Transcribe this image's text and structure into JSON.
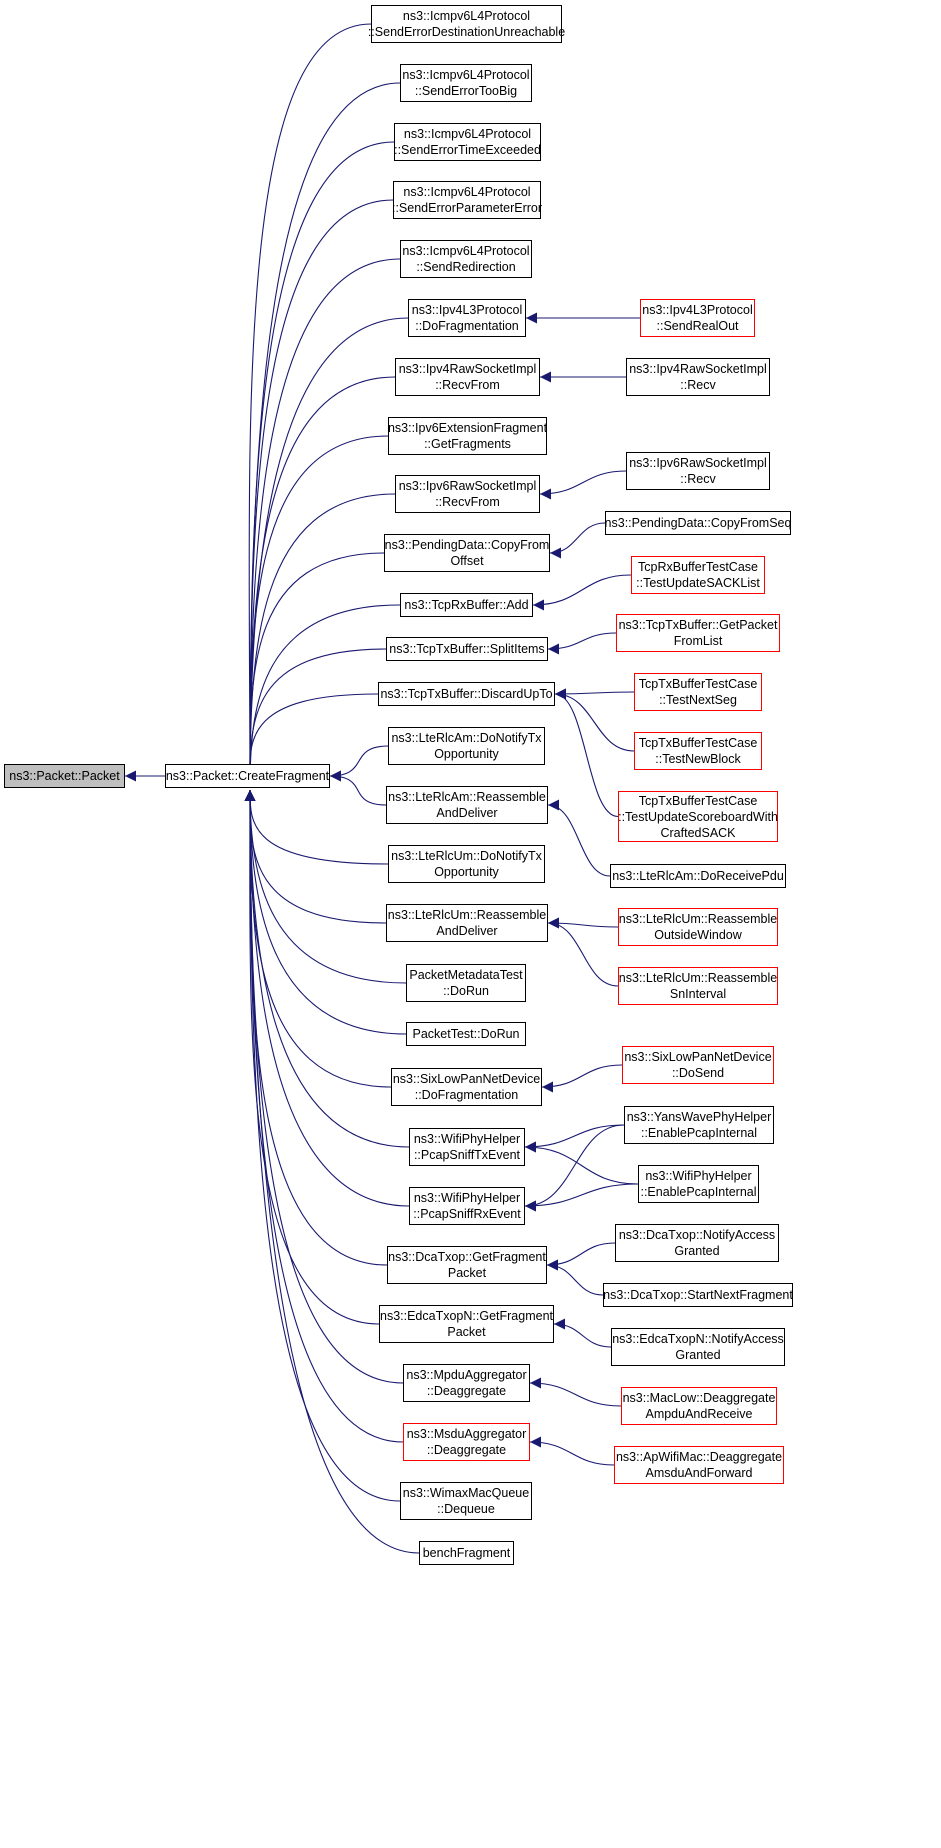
{
  "edge_color": "#191970",
  "node_border_default": "#000000",
  "node_border_truncated": "#ff0000",
  "root_fill": "#bfbfbf",
  "nodes": [
    {
      "id": "root",
      "lines": [
        "ns3::Packet::Packet"
      ],
      "style": "root"
    },
    {
      "id": "cf",
      "lines": [
        "ns3::Packet::CreateFragment"
      ],
      "style": "normal"
    },
    {
      "id": "a1",
      "lines": [
        "ns3::Icmpv6L4Protocol",
        "::SendErrorDestinationUnreachable"
      ],
      "style": "normal"
    },
    {
      "id": "a2",
      "lines": [
        "ns3::Icmpv6L4Protocol",
        "::SendErrorTooBig"
      ],
      "style": "normal"
    },
    {
      "id": "a3",
      "lines": [
        "ns3::Icmpv6L4Protocol",
        "::SendErrorTimeExceeded"
      ],
      "style": "normal"
    },
    {
      "id": "a4",
      "lines": [
        "ns3::Icmpv6L4Protocol",
        "::SendErrorParameterError"
      ],
      "style": "normal"
    },
    {
      "id": "a5",
      "lines": [
        "ns3::Icmpv6L4Protocol",
        "::SendRedirection"
      ],
      "style": "normal"
    },
    {
      "id": "a6",
      "lines": [
        "ns3::Ipv4L3Protocol",
        "::DoFragmentation"
      ],
      "style": "normal"
    },
    {
      "id": "a7",
      "lines": [
        "ns3::Ipv4RawSocketImpl",
        "::RecvFrom"
      ],
      "style": "normal"
    },
    {
      "id": "a8",
      "lines": [
        "ns3::Ipv6ExtensionFragment",
        "::GetFragments"
      ],
      "style": "normal"
    },
    {
      "id": "a9",
      "lines": [
        "ns3::Ipv6RawSocketImpl",
        "::RecvFrom"
      ],
      "style": "normal"
    },
    {
      "id": "a10",
      "lines": [
        "ns3::PendingData::CopyFrom",
        "Offset"
      ],
      "style": "normal"
    },
    {
      "id": "a11",
      "lines": [
        "ns3::TcpRxBuffer::Add"
      ],
      "style": "normal"
    },
    {
      "id": "a12",
      "lines": [
        "ns3::TcpTxBuffer::SplitItems"
      ],
      "style": "normal"
    },
    {
      "id": "a13",
      "lines": [
        "ns3::TcpTxBuffer::DiscardUpTo"
      ],
      "style": "normal"
    },
    {
      "id": "a14",
      "lines": [
        "ns3::LteRlcAm::DoNotifyTx",
        "Opportunity"
      ],
      "style": "normal"
    },
    {
      "id": "a15",
      "lines": [
        "ns3::LteRlcAm::Reassemble",
        "AndDeliver"
      ],
      "style": "normal"
    },
    {
      "id": "a16",
      "lines": [
        "ns3::LteRlcUm::DoNotifyTx",
        "Opportunity"
      ],
      "style": "normal"
    },
    {
      "id": "a17",
      "lines": [
        "ns3::LteRlcUm::Reassemble",
        "AndDeliver"
      ],
      "style": "normal"
    },
    {
      "id": "a18",
      "lines": [
        "PacketMetadataTest",
        "::DoRun"
      ],
      "style": "normal"
    },
    {
      "id": "a19",
      "lines": [
        "PacketTest::DoRun"
      ],
      "style": "normal"
    },
    {
      "id": "a20",
      "lines": [
        "ns3::SixLowPanNetDevice",
        "::DoFragmentation"
      ],
      "style": "normal"
    },
    {
      "id": "a21",
      "lines": [
        "ns3::WifiPhyHelper",
        "::PcapSniffTxEvent"
      ],
      "style": "normal"
    },
    {
      "id": "a22",
      "lines": [
        "ns3::WifiPhyHelper",
        "::PcapSniffRxEvent"
      ],
      "style": "normal"
    },
    {
      "id": "a23",
      "lines": [
        "ns3::DcaTxop::GetFragment",
        "Packet"
      ],
      "style": "normal"
    },
    {
      "id": "a24",
      "lines": [
        "ns3::EdcaTxopN::GetFragment",
        "Packet"
      ],
      "style": "normal"
    },
    {
      "id": "a25",
      "lines": [
        "ns3::MpduAggregator",
        "::Deaggregate"
      ],
      "style": "normal"
    },
    {
      "id": "a26",
      "lines": [
        "ns3::MsduAggregator",
        "::Deaggregate"
      ],
      "style": "truncated"
    },
    {
      "id": "a27",
      "lines": [
        "ns3::WimaxMacQueue",
        "::Dequeue"
      ],
      "style": "normal"
    },
    {
      "id": "a28",
      "lines": [
        "benchFragment"
      ],
      "style": "normal"
    },
    {
      "id": "b1",
      "lines": [
        "ns3::Ipv4L3Protocol",
        "::SendRealOut"
      ],
      "style": "truncated"
    },
    {
      "id": "b2",
      "lines": [
        "ns3::Ipv4RawSocketImpl",
        "::Recv"
      ],
      "style": "normal"
    },
    {
      "id": "b3",
      "lines": [
        "ns3::Ipv6RawSocketImpl",
        "::Recv"
      ],
      "style": "normal"
    },
    {
      "id": "b4",
      "lines": [
        "ns3::PendingData::CopyFromSeq"
      ],
      "style": "normal"
    },
    {
      "id": "b5",
      "lines": [
        "TcpRxBufferTestCase",
        "::TestUpdateSACKList"
      ],
      "style": "truncated"
    },
    {
      "id": "b6",
      "lines": [
        "ns3::TcpTxBuffer::GetPacket",
        "FromList"
      ],
      "style": "truncated"
    },
    {
      "id": "b7",
      "lines": [
        "TcpTxBufferTestCase",
        "::TestNextSeg"
      ],
      "style": "truncated"
    },
    {
      "id": "b8",
      "lines": [
        "TcpTxBufferTestCase",
        "::TestNewBlock"
      ],
      "style": "truncated"
    },
    {
      "id": "b9",
      "lines": [
        "TcpTxBufferTestCase",
        "::TestUpdateScoreboardWith",
        "CraftedSACK"
      ],
      "style": "truncated"
    },
    {
      "id": "b10",
      "lines": [
        "ns3::LteRlcAm::DoReceivePdu"
      ],
      "style": "normal"
    },
    {
      "id": "b11",
      "lines": [
        "ns3::LteRlcUm::Reassemble",
        "OutsideWindow"
      ],
      "style": "truncated"
    },
    {
      "id": "b12",
      "lines": [
        "ns3::LteRlcUm::Reassemble",
        "SnInterval"
      ],
      "style": "truncated"
    },
    {
      "id": "b13",
      "lines": [
        "ns3::SixLowPanNetDevice",
        "::DoSend"
      ],
      "style": "truncated"
    },
    {
      "id": "b14",
      "lines": [
        "ns3::YansWavePhyHelper",
        "::EnablePcapInternal"
      ],
      "style": "normal"
    },
    {
      "id": "b15",
      "lines": [
        "ns3::WifiPhyHelper",
        "::EnablePcapInternal"
      ],
      "style": "normal"
    },
    {
      "id": "b16",
      "lines": [
        "ns3::DcaTxop::NotifyAccess",
        "Granted"
      ],
      "style": "normal"
    },
    {
      "id": "b17",
      "lines": [
        "ns3::DcaTxop::StartNextFragment"
      ],
      "style": "normal"
    },
    {
      "id": "b18",
      "lines": [
        "ns3::EdcaTxopN::NotifyAccess",
        "Granted"
      ],
      "style": "normal"
    },
    {
      "id": "b19",
      "lines": [
        "ns3::MacLow::Deaggregate",
        "AmpduAndReceive"
      ],
      "style": "truncated"
    },
    {
      "id": "b20",
      "lines": [
        "ns3::ApWifiMac::Deaggregate",
        "AmsduAndForward"
      ],
      "style": "truncated"
    }
  ],
  "edges": [
    [
      "cf",
      "root"
    ],
    [
      "a1",
      "cf"
    ],
    [
      "a2",
      "cf"
    ],
    [
      "a3",
      "cf"
    ],
    [
      "a4",
      "cf"
    ],
    [
      "a5",
      "cf"
    ],
    [
      "a6",
      "cf"
    ],
    [
      "a7",
      "cf"
    ],
    [
      "a8",
      "cf"
    ],
    [
      "a9",
      "cf"
    ],
    [
      "a10",
      "cf"
    ],
    [
      "a11",
      "cf"
    ],
    [
      "a12",
      "cf"
    ],
    [
      "a13",
      "cf"
    ],
    [
      "a14",
      "cf"
    ],
    [
      "a15",
      "cf"
    ],
    [
      "a16",
      "cf"
    ],
    [
      "a17",
      "cf"
    ],
    [
      "a18",
      "cf"
    ],
    [
      "a19",
      "cf"
    ],
    [
      "a20",
      "cf"
    ],
    [
      "a21",
      "cf"
    ],
    [
      "a22",
      "cf"
    ],
    [
      "a23",
      "cf"
    ],
    [
      "a24",
      "cf"
    ],
    [
      "a25",
      "cf"
    ],
    [
      "a26",
      "cf"
    ],
    [
      "a27",
      "cf"
    ],
    [
      "a28",
      "cf"
    ],
    [
      "b1",
      "a6"
    ],
    [
      "b2",
      "a7"
    ],
    [
      "b3",
      "a9"
    ],
    [
      "b4",
      "a10"
    ],
    [
      "b5",
      "a11"
    ],
    [
      "b6",
      "a12"
    ],
    [
      "b7",
      "a13"
    ],
    [
      "b8",
      "a13"
    ],
    [
      "b9",
      "a13"
    ],
    [
      "b10",
      "a15"
    ],
    [
      "b11",
      "a17"
    ],
    [
      "b12",
      "a17"
    ],
    [
      "b13",
      "a20"
    ],
    [
      "b14",
      "a21"
    ],
    [
      "b15",
      "a21"
    ],
    [
      "b14",
      "a22"
    ],
    [
      "b15",
      "a22"
    ],
    [
      "b16",
      "a23"
    ],
    [
      "b17",
      "a23"
    ],
    [
      "b18",
      "a24"
    ],
    [
      "b19",
      "a25"
    ],
    [
      "b20",
      "a26"
    ]
  ]
}
